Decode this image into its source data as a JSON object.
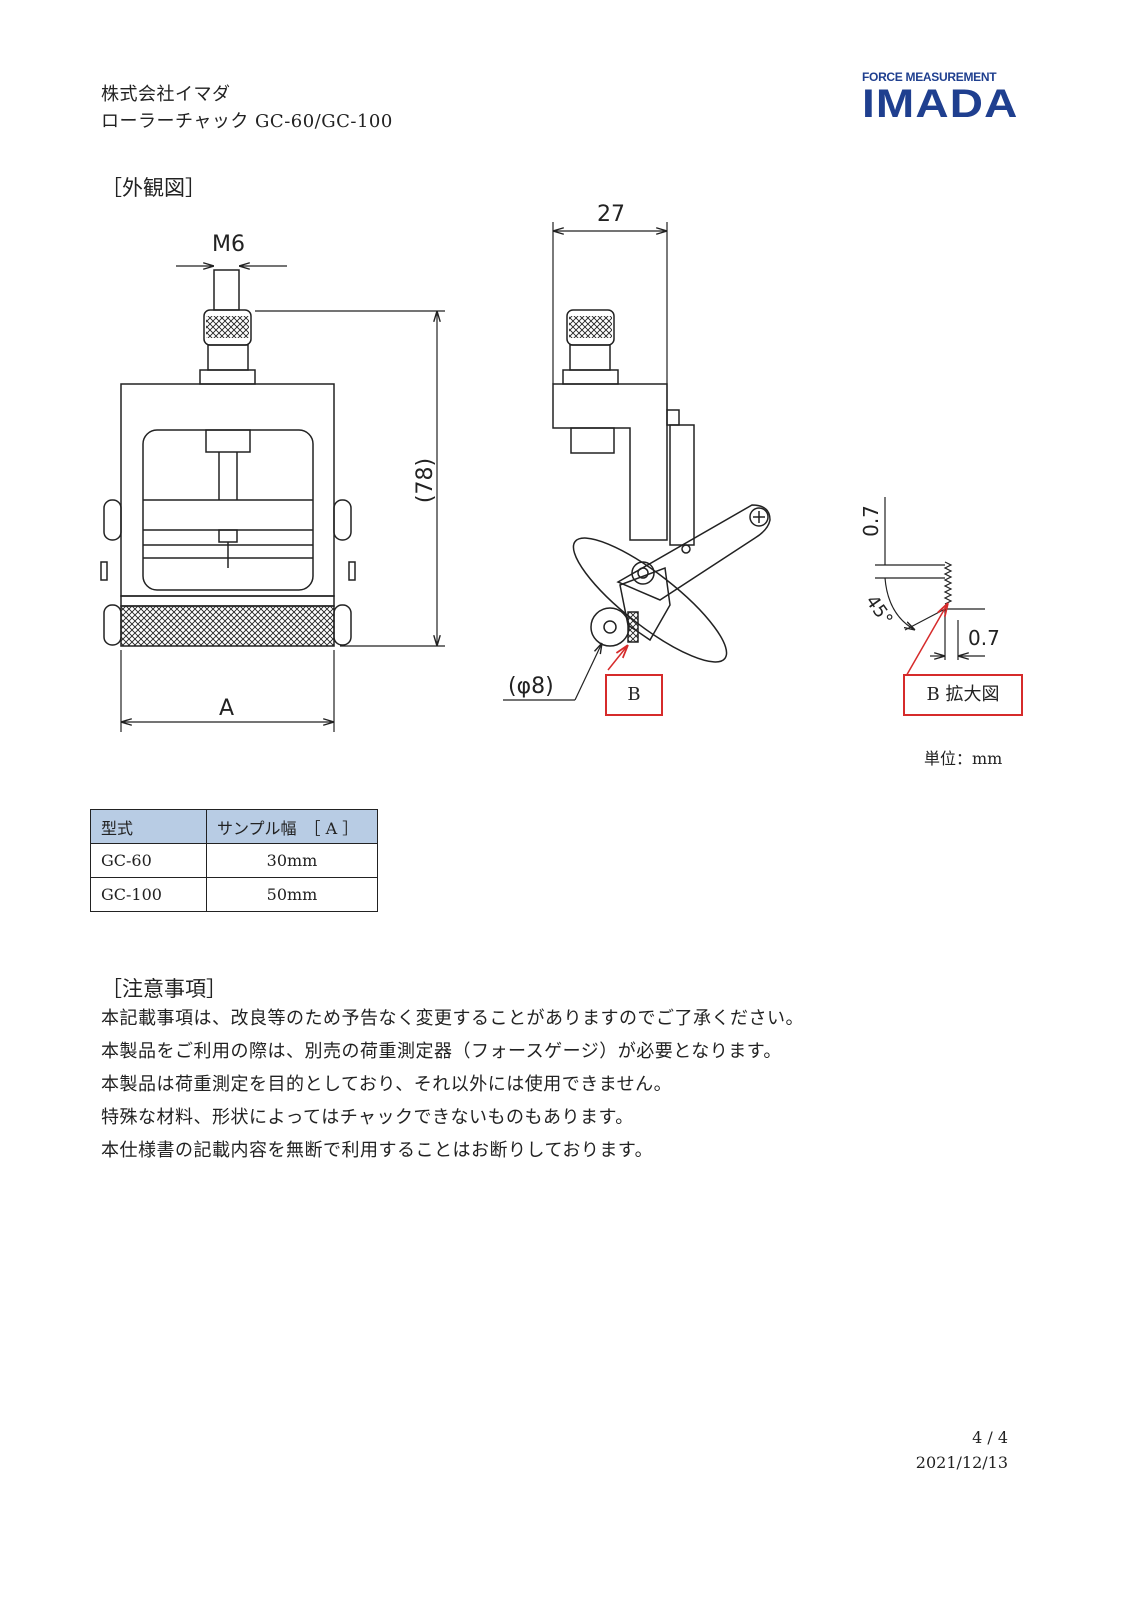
{
  "header": {
    "company": "株式会社イマダ",
    "product": "ローラーチャック GC-60/GC-100",
    "logo_top": "FORCE MEASUREMENT",
    "logo_main": "IMADA"
  },
  "drawing": {
    "section_title": "［外観図］",
    "dim_m6": "M6",
    "dim_78": "(78)",
    "dim_a": "A",
    "dim_27": "27",
    "dim_phi8": "(φ8)",
    "detail_07_top": "0.7",
    "detail_45": "45°",
    "detail_07_bottom": "0.7",
    "label_b": "B",
    "label_b_detail": "B 拡大図",
    "unit": "単位：mm",
    "accent_red": "#d62b2b"
  },
  "spec_table": {
    "headers": [
      "型式",
      "サンプル幅　［ A ］"
    ],
    "rows": [
      [
        "GC-60",
        "30mm"
      ],
      [
        "GC-100",
        "50mm"
      ]
    ],
    "header_color": "#b8cce4"
  },
  "notes": {
    "title": "［注意事項］",
    "lines": [
      "本記載事項は、改良等のため予告なく変更することがありますのでご了承ください。",
      "本製品をご利用の際は、別売の荷重測定器（フォースゲージ）が必要となります。",
      "本製品は荷重測定を目的としており、それ以外には使用できません。",
      "特殊な材料、形状によってはチャックできないものもあります。",
      "本仕様書の記載内容を無断で利用することはお断りしております。"
    ]
  },
  "footer": {
    "page": "4 / 4",
    "date": "2021/12/13"
  }
}
